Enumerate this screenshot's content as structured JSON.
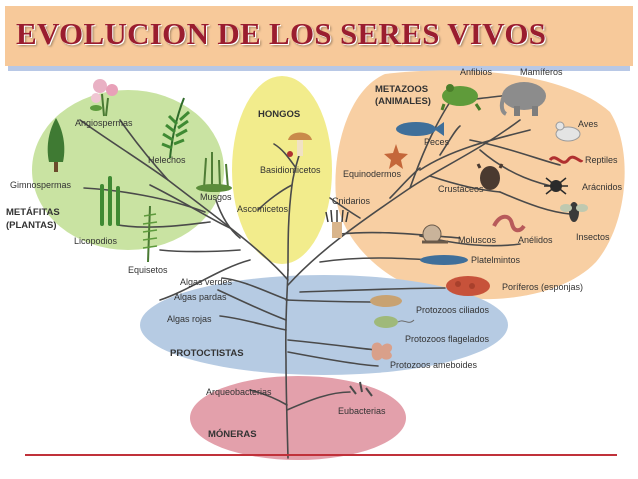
{
  "title": "EVOLUCION DE LOS SERES VIVOS",
  "groups": {
    "hongos": "HONGOS",
    "metazoos": [
      "METAZOOS",
      "(ANIMALES)"
    ],
    "metafitas": [
      "METÁFITAS",
      "(PLANTAS)"
    ],
    "protoctistas": "PROTOCTISTAS",
    "moneras": "MÓNERAS"
  },
  "labels": {
    "angiospermas": "Angiospermas",
    "helechos": "Helechos",
    "gimnospermas": "Gimnospermas",
    "musgos": "Musgos",
    "licopodios": "Licopodios",
    "equisetos": "Equisetos",
    "basidiomicetos": "Basidiomicetos",
    "ascomicetos": "Ascomicetos",
    "anfibios": "Anfibios",
    "mamiferos": "Mamíferos",
    "peces": "Peces",
    "aves": "Aves",
    "reptiles": "Reptiles",
    "equinodermos": "Equinodermos",
    "crustaceos": "Crustáceos",
    "aracnidos": "Arácnidos",
    "cnidarios": "Cnidarios",
    "insectos": "Insectos",
    "moluscos": "Moluscos",
    "anelidos": "Anélidos",
    "platelmintos": "Platelmintos",
    "poriferos": "Poríferos (esponjas)",
    "algas_verdes": "Algas verdes",
    "algas_pardas": "Algas pardas",
    "algas_rojas": "Algas rojas",
    "protozoos_ciliados": "Protozoos ciliados",
    "protozoos_flagelados": "Protozoos flagelados",
    "protozoos_ameboides": "Protozoos ameboides",
    "arqueobacterias": "Arqueobacterias",
    "eubacterias": "Eubacterias"
  },
  "colors": {
    "title": "#9a1d2f",
    "title_bar": "#f7c99a",
    "plants": "#c9e3a2",
    "fungi": "#f2ec8c",
    "animals": "#f8cfa3",
    "protists": "#b6cbe3",
    "monera": "#e3a0ab",
    "branches": "#4a4a4a"
  },
  "icons": [
    "frog-icon",
    "elephant-icon",
    "fish-icon",
    "bird-icon",
    "snake-icon",
    "spider-icon",
    "starfish-icon",
    "lobster-icon",
    "insect-icon",
    "anemone-icon",
    "snail-icon",
    "worm-icon",
    "flatworm-icon",
    "sponge-icon",
    "mushroom-icon",
    "tree-icon",
    "fern-icon",
    "flower-icon",
    "moss-icon",
    "cactus-icon",
    "horsetail-icon",
    "ciliate-icon",
    "flagellate-icon",
    "amoeba-icon",
    "bacteria-icon"
  ]
}
